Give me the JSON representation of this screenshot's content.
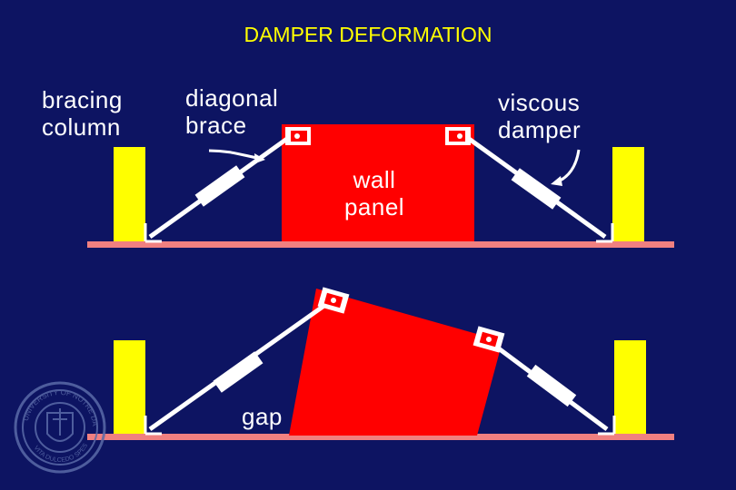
{
  "title": "DAMPER DEFORMATION",
  "labels": {
    "bracing_column": [
      "bracing",
      "column"
    ],
    "diagonal_brace": [
      "diagonal",
      "brace"
    ],
    "viscous_damper": [
      "viscous",
      "damper"
    ],
    "wall_panel": [
      "wall",
      "panel"
    ],
    "gap": "gap"
  },
  "colors": {
    "background": "#0d1462",
    "title": "#ffff00",
    "column": "#ffff00",
    "wall_panel": "#ff0000",
    "floor": "#f08080",
    "brace": "#ffffff",
    "seal": "#5a6aa8"
  },
  "seal": {
    "lettering_top": "UNIVERSITY OF NOTRE DAME",
    "lettering_bottom": "VITA DULCEDO SPES"
  }
}
